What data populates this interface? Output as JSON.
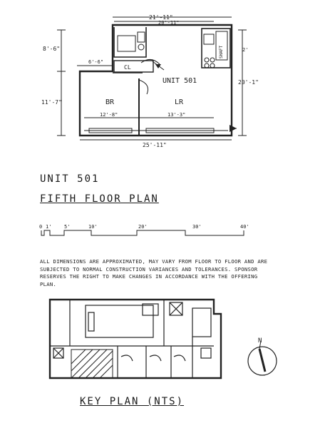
{
  "floor_plan": {
    "unit_label": "UNIT 501",
    "rooms": {
      "br": "BR",
      "lr": "LR",
      "cl": "CL"
    },
    "dimensions": {
      "top_overall": "21'-11\"",
      "top_partial": "20'-11\"",
      "left_upper": "8'-6\"",
      "left_short": "6'-6\"",
      "left_lower": "11'-7\"",
      "right_overall": "20'-1\"",
      "right_small": "2'",
      "br_width": "12'-8\"",
      "lr_width": "13'-3\"",
      "bottom_overall": "25'-11\""
    },
    "shaft_label": "SHAFT"
  },
  "titles": {
    "unit": "UNIT 501",
    "floor": "FIFTH FLOOR PLAN",
    "key_plan": "KEY PLAN (NTS)"
  },
  "scale_bar": {
    "labels": [
      "0",
      "1'",
      "5'",
      "10'",
      "20'",
      "30'",
      "40'"
    ]
  },
  "disclaimer": "All dimensions are approximated, may vary from floor to floor and are subjected to normal construction variances and tolerances. Sponsor reserves the right to make changes in accordance with the offering plan.",
  "north_arrow": {
    "label": "N"
  }
}
